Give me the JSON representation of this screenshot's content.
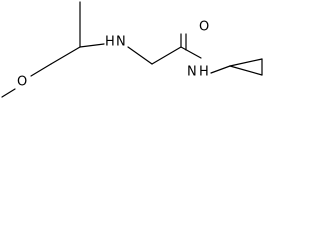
{
  "molecule": {
    "atoms": {
      "methoxy_oxygen": "O",
      "amine_nitrogen": "H",
      "amine_n": "N",
      "carbonyl_oxygen": "O",
      "amide_nitrogen": "N",
      "amide_h": "H"
    }
  }
}
